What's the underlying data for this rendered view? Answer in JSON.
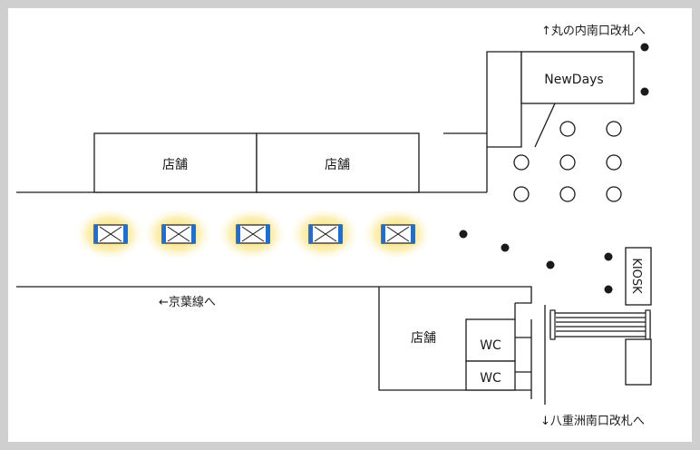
{
  "labels": {
    "to_marunouchi_south": "↑丸の内南口改札へ",
    "to_yaesu_south": "↓八重洲南口改札へ",
    "to_keiyo_line": "←京葉線へ",
    "newdays": "NewDays",
    "shop": "店舗",
    "wc": "WC",
    "kiosk": "KIOSK"
  },
  "colors": {
    "line": "#1a1a1a",
    "frame": "#cfcfcf",
    "gate_blue": "#1f6fd1",
    "glow": "#f4d34a"
  },
  "gates": {
    "count": 5
  },
  "icons": [
    "locker-icon",
    "column-icon",
    "pillar-dot-icon"
  ]
}
